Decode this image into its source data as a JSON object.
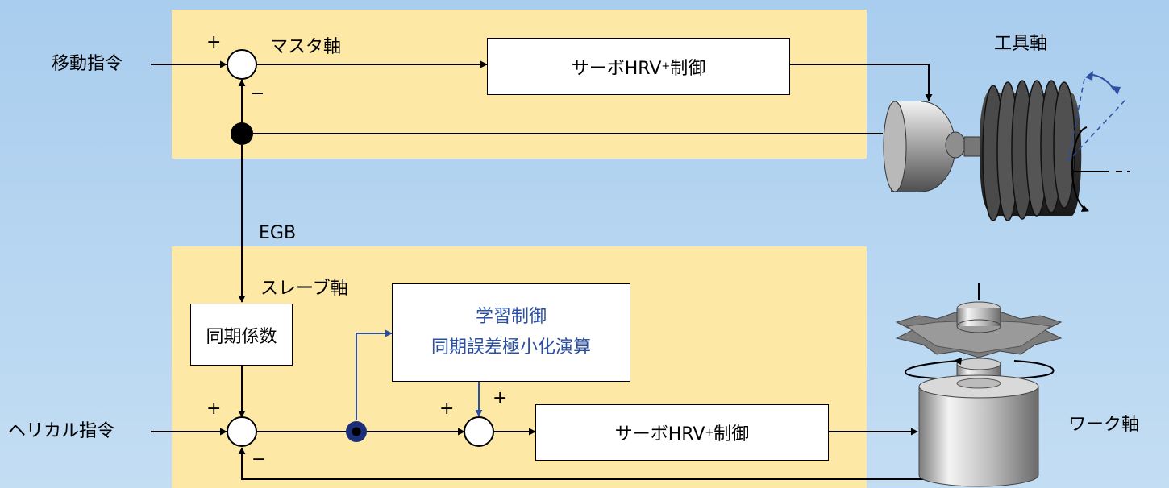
{
  "labels": {
    "move_command": "移動指令",
    "helical_command": "ヘリカル指令",
    "master_axis": "マスタ軸",
    "slave_axis": "スレーブ軸",
    "egb": "EGB",
    "tool_axis": "工具軸",
    "work_axis": "ワーク軸"
  },
  "boxes": {
    "servo_top_main": "サーボHRV",
    "servo_top_sup": "+",
    "servo_top_tail": "制御",
    "servo_bottom_main": "サーボHRV",
    "servo_bottom_sup": "+",
    "servo_bottom_tail": "制御",
    "sync_coeff": "同期係数",
    "learning_line1": "学習制御",
    "learning_line2": "同期誤差極小化演算"
  },
  "signs": {
    "top_plus": "+",
    "top_minus": "−",
    "bottom_plus": "+",
    "bottom_minus": "−",
    "learn_plus_left": "+",
    "learn_plus_top": "+"
  },
  "colors": {
    "background": "#b7d6f1",
    "panel": "#fde8a6",
    "learning_text": "#2b4fa3",
    "learning_arrow": "#2b4fa3"
  }
}
